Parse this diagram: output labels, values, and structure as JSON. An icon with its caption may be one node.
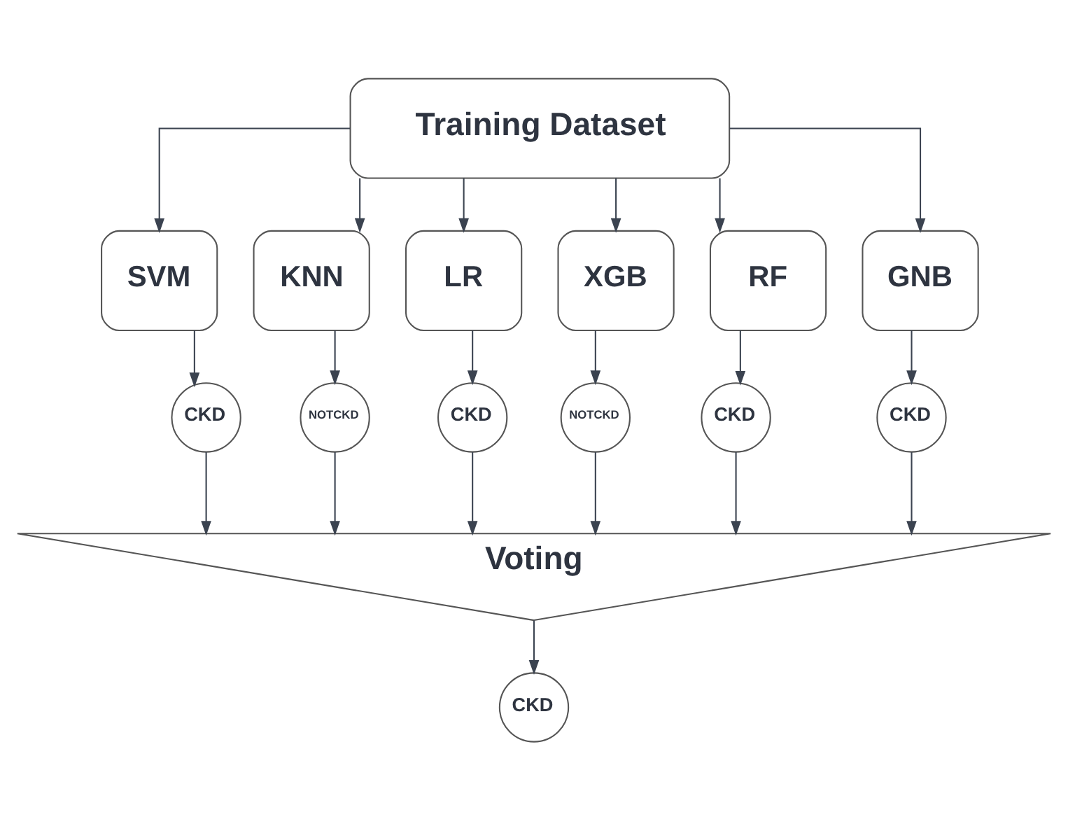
{
  "diagram": {
    "nodes": [
      {
        "text": [
          "Training Dataset"
        ]
      },
      {
        "text": [
          "SVM"
        ]
      },
      {
        "text": [
          "KNN"
        ]
      },
      {
        "text": [
          "LR"
        ]
      },
      {
        "text": [
          "XGB"
        ]
      },
      {
        "text": [
          "RF"
        ]
      },
      {
        "text": [
          "GNB"
        ]
      },
      {
        "text": [
          "CKD"
        ]
      },
      {
        "text": [
          "NOTCKD"
        ]
      },
      {
        "text": [
          "CKD"
        ]
      },
      {
        "text": [
          "NOTCKD"
        ]
      },
      {
        "text": [
          "CKD"
        ]
      },
      {
        "text": [
          "CKD"
        ]
      },
      {
        "text": [
          "Voting"
        ]
      },
      {
        "text": [
          "CKD"
        ]
      }
    ],
    "edges": [
      {
        "from": 0,
        "to": 1,
        "arrow": "to"
      },
      {
        "from": 0,
        "to": 2,
        "arrow": "to"
      },
      {
        "from": 0,
        "to": 3,
        "arrow": "to"
      },
      {
        "from": 0,
        "to": 4,
        "arrow": "to"
      },
      {
        "from": 0,
        "to": 5,
        "arrow": "to"
      },
      {
        "from": 0,
        "to": 6,
        "arrow": "to"
      },
      {
        "from": 1,
        "to": 7,
        "arrow": "to"
      },
      {
        "from": 2,
        "to": 8,
        "arrow": "to"
      },
      {
        "from": 3,
        "to": 9,
        "arrow": "to"
      },
      {
        "from": 4,
        "to": 10,
        "arrow": "to"
      },
      {
        "from": 5,
        "to": 11,
        "arrow": "to"
      },
      {
        "from": 6,
        "to": 12,
        "arrow": "to"
      },
      {
        "from": 7,
        "to": 13,
        "arrow": "to"
      },
      {
        "from": 8,
        "to": 13,
        "arrow": "to"
      },
      {
        "from": 9,
        "to": 13,
        "arrow": "to"
      },
      {
        "from": 10,
        "to": 13,
        "arrow": "to"
      },
      {
        "from": 11,
        "to": 13,
        "arrow": "to"
      },
      {
        "from": 12,
        "to": 13,
        "arrow": "to"
      },
      {
        "from": 13,
        "to": 14,
        "arrow": "to"
      }
    ]
  }
}
